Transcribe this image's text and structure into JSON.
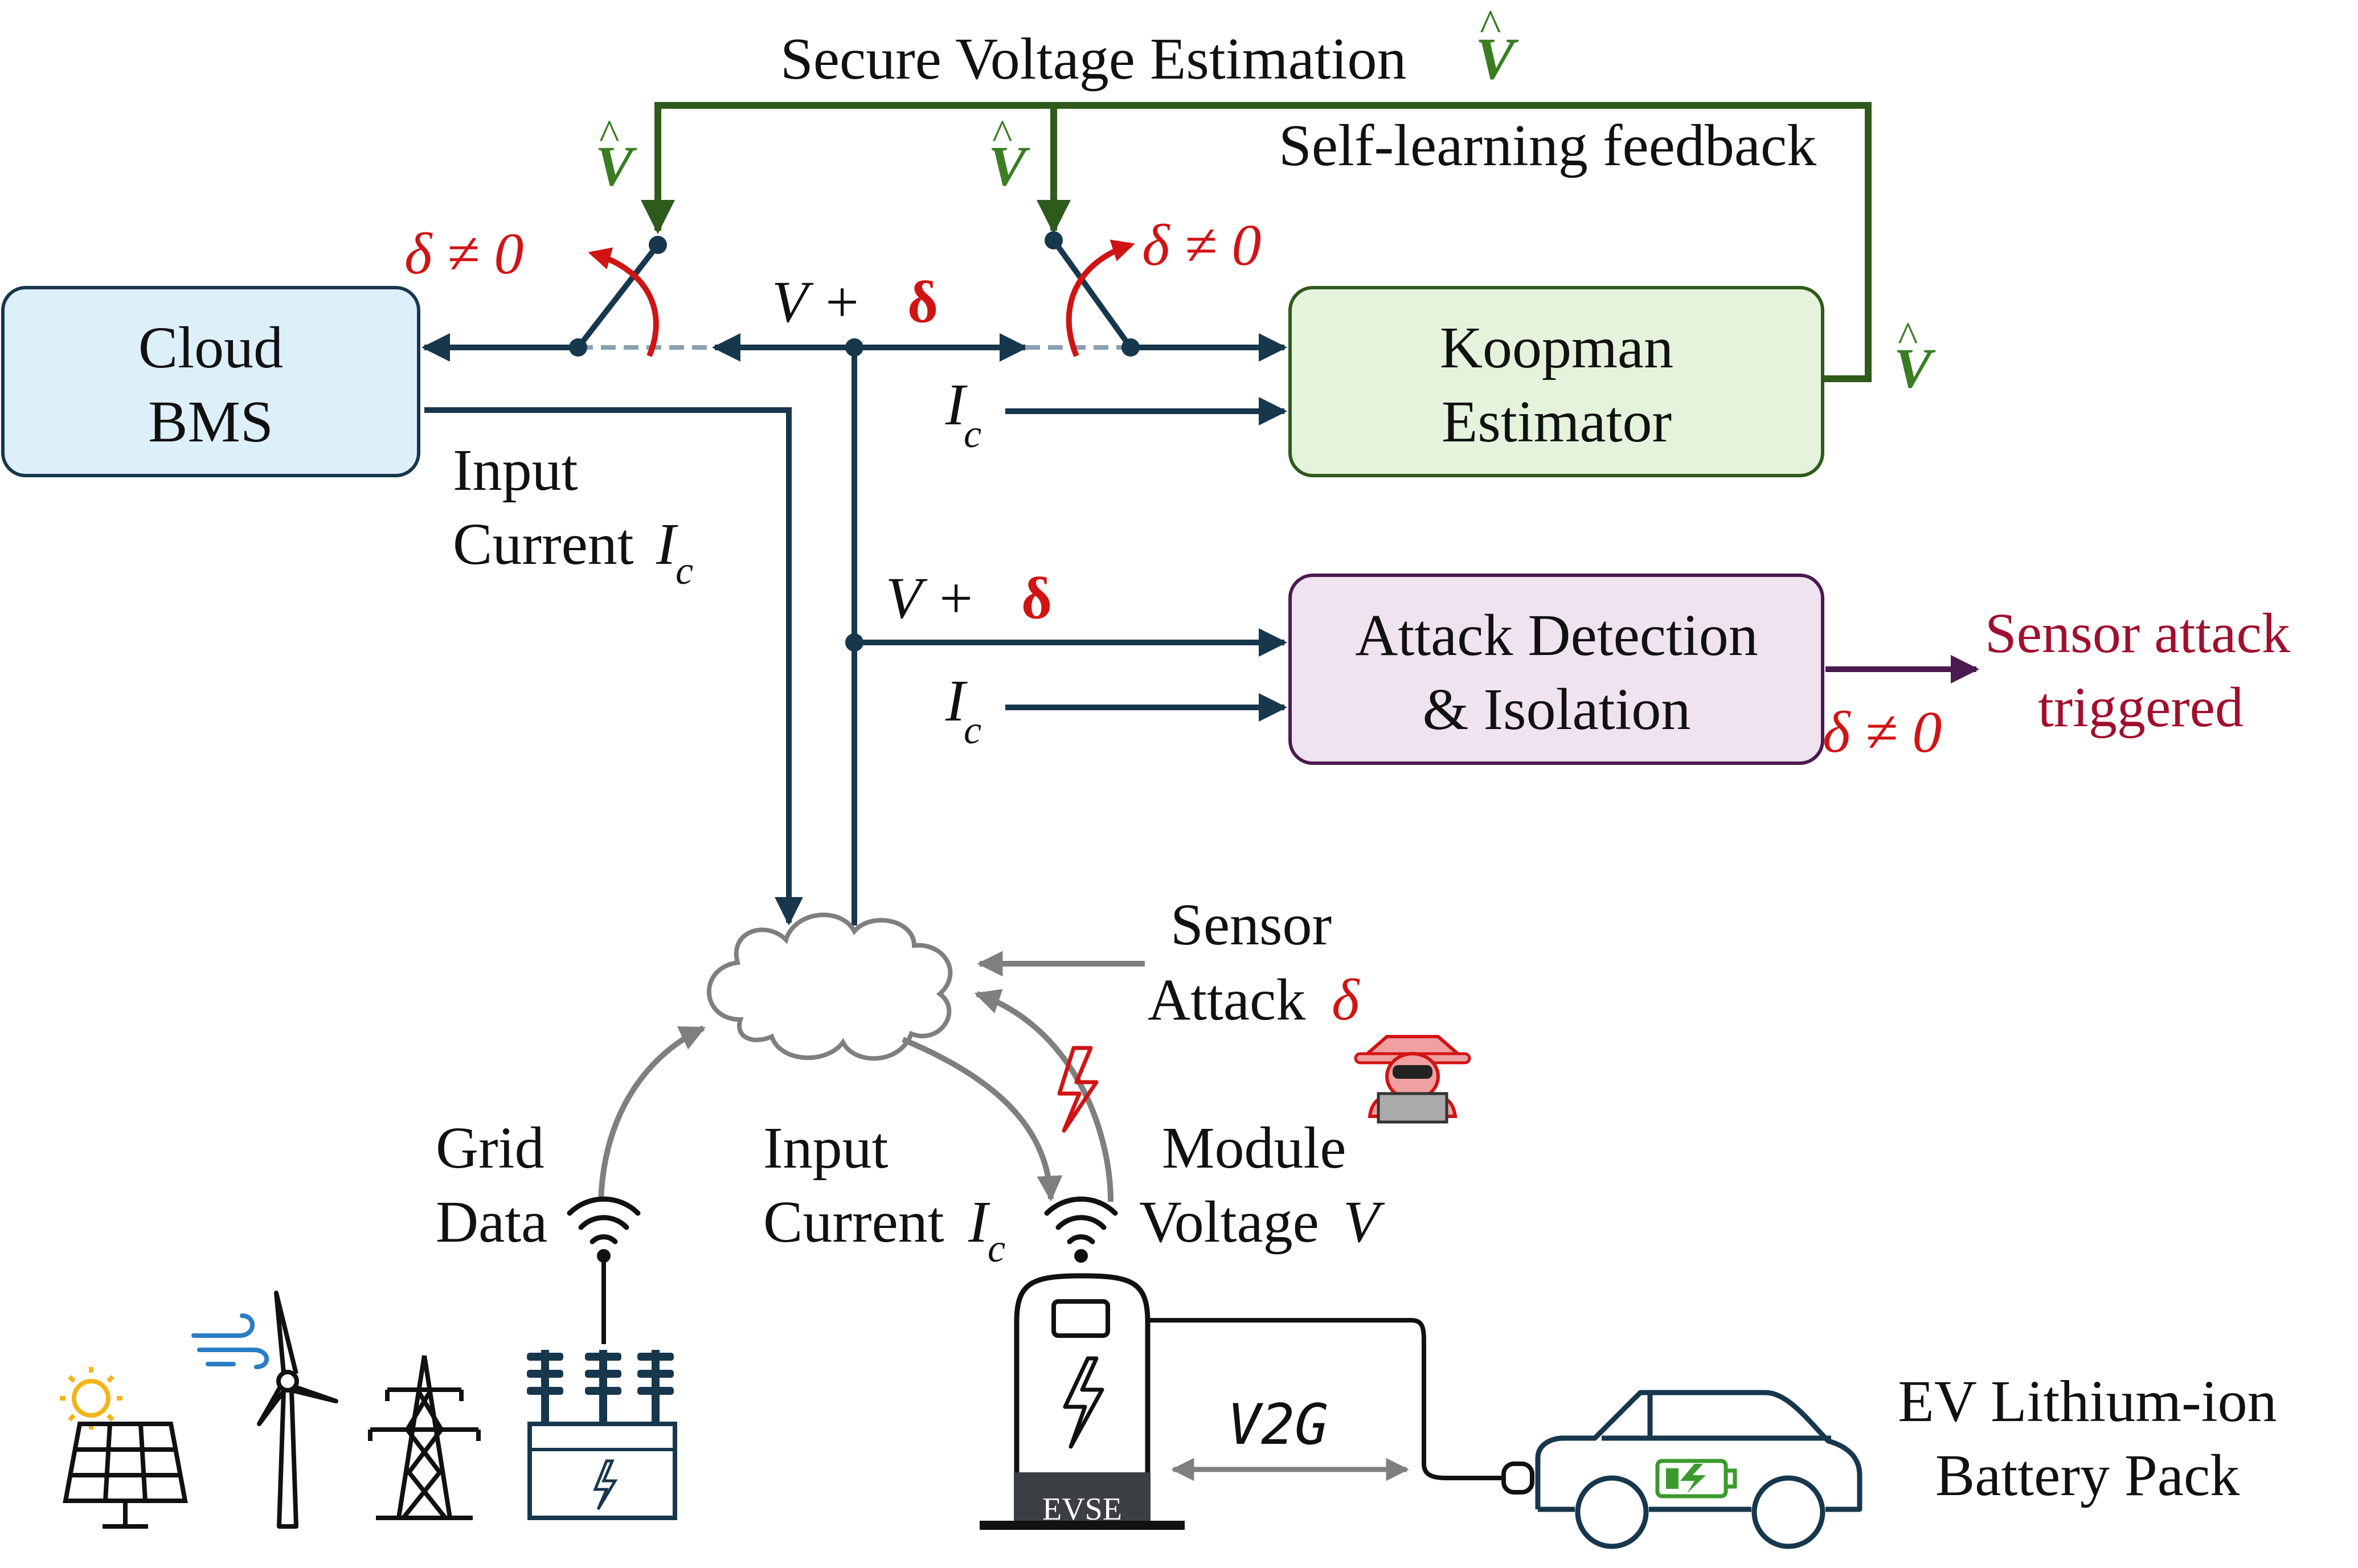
{
  "colors": {
    "navy": "#17374d",
    "green": "#2e5a1c",
    "red": "#d01414",
    "maroon": "#a0102e",
    "purple": "#4b1a4f",
    "gray": "#7f7f7f",
    "cloud_bms_fill": "#ddeff8",
    "koopman_fill": "#e6f3dc",
    "attack_fill": "#eee3ef"
  },
  "top": {
    "title": "Secure Voltage Estimation",
    "v_hat": "V",
    "feedback": "Self-learning feedback"
  },
  "blocks": {
    "cloud_bms": [
      "Cloud",
      "BMS"
    ],
    "koopman": [
      "Koopman",
      "Estimator"
    ],
    "attack_detection": [
      "Attack Detection",
      "& Isolation"
    ]
  },
  "signals": {
    "delta_neq_zero": "δ ≠ 0",
    "v_plus": "V + ",
    "delta": "δ",
    "ic_symbol": "I",
    "ic_sub": "c",
    "input_current": [
      "Input",
      "Current "
    ],
    "sensor_attack_out": [
      "Sensor attack",
      "triggered"
    ]
  },
  "field": {
    "sensor_attack": [
      "Sensor",
      "Attack "
    ],
    "grid_data": [
      "Grid",
      "Data"
    ],
    "input_current": [
      "Input",
      "Current "
    ],
    "module_voltage": [
      "Module",
      "Voltage "
    ],
    "v_symbol": "V",
    "evse": "EVSE",
    "v2g": "V2G",
    "ev_pack": [
      "EV Lithium-ion",
      "Battery Pack"
    ]
  },
  "icons": [
    "cloud-icon",
    "hacker-icon",
    "lightning-icon",
    "wifi-icon",
    "solar-panel-icon",
    "sun-icon",
    "wind-icon",
    "wind-turbine-icon",
    "transmission-tower-icon",
    "transformer-icon",
    "ev-charger-icon",
    "car-icon",
    "battery-icon",
    "plug-icon"
  ]
}
